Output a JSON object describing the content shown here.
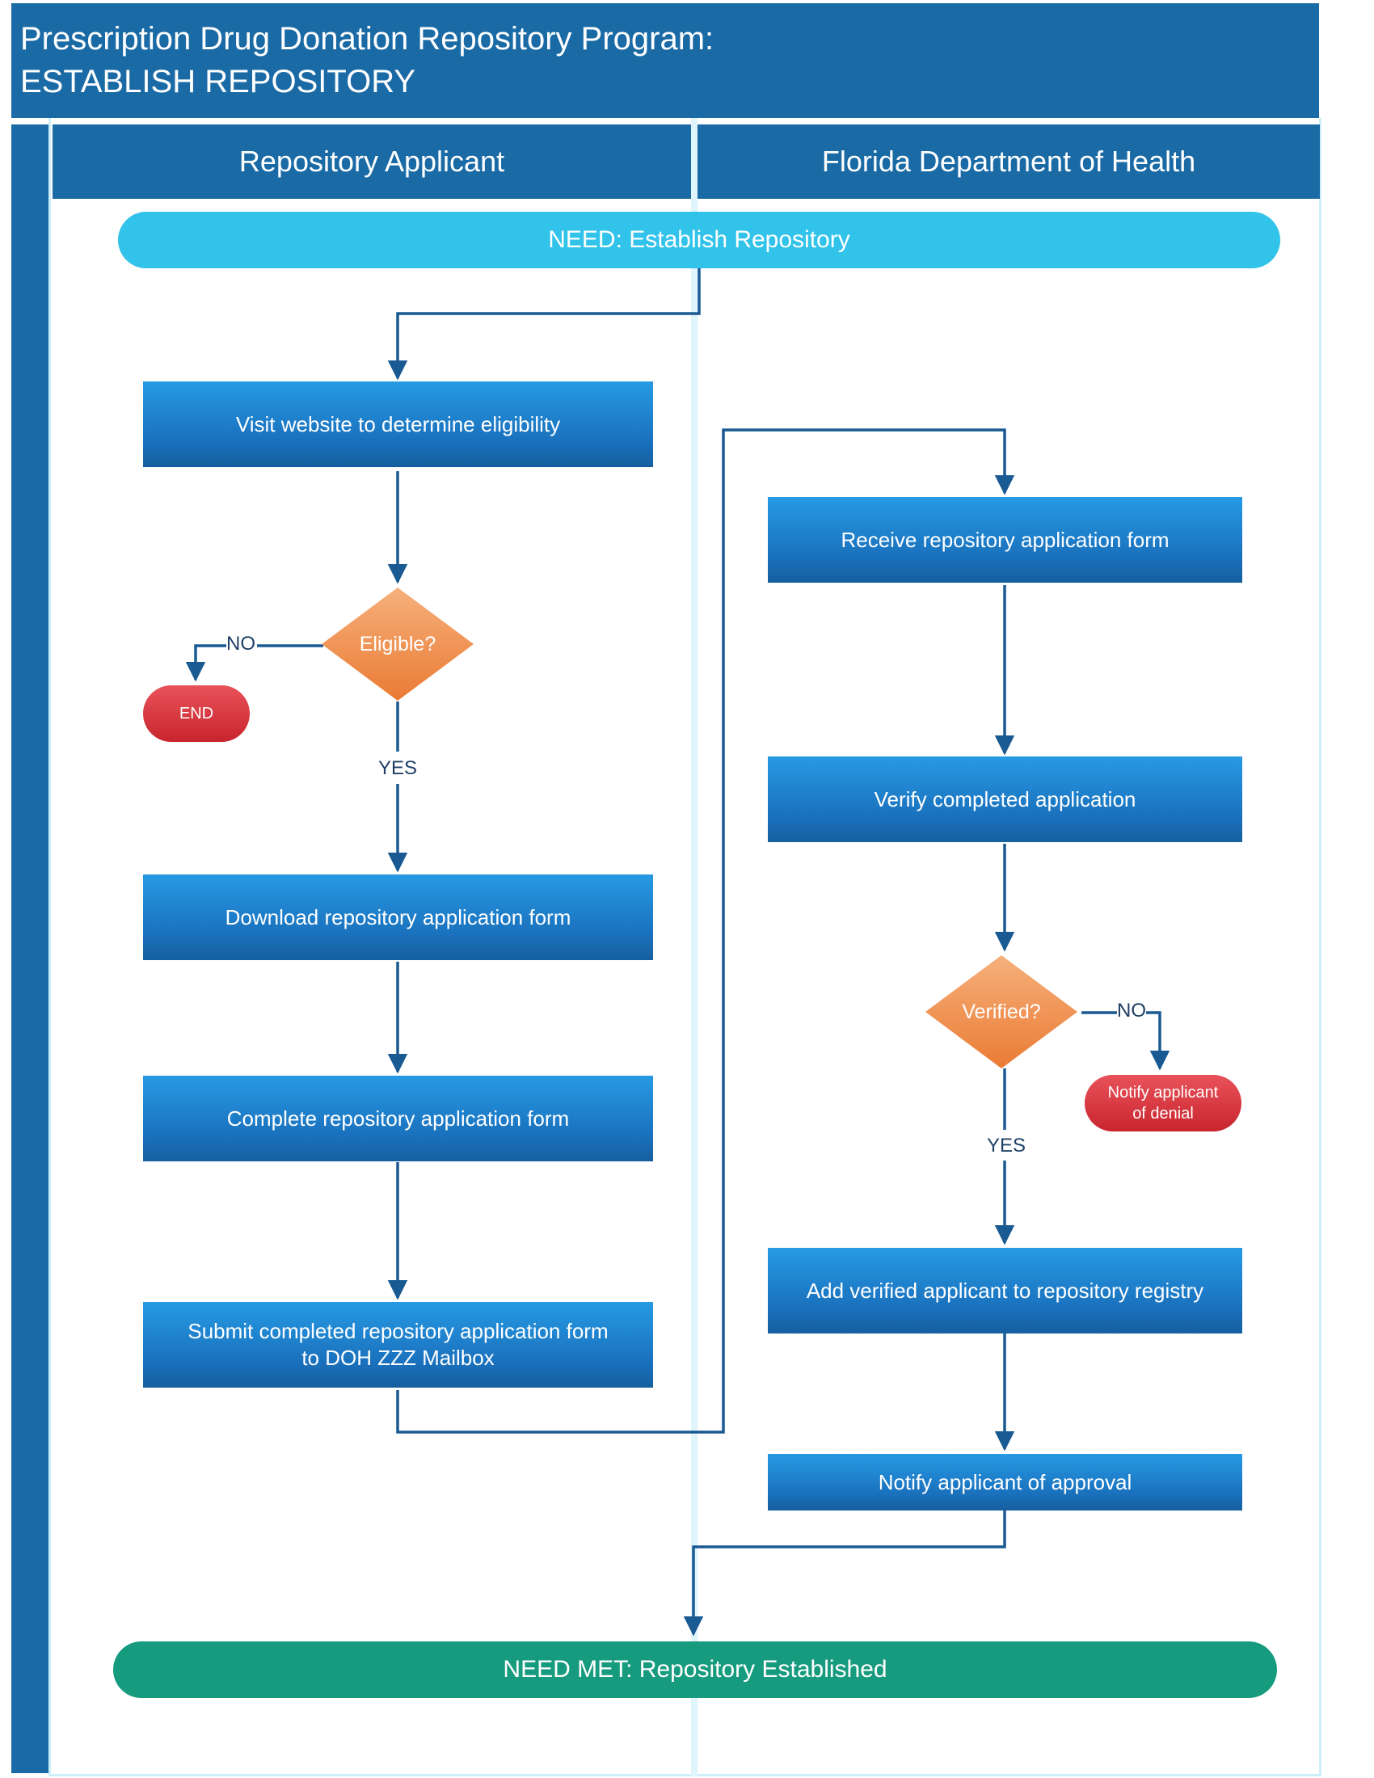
{
  "header": {
    "title": "Prescription Drug Donation Repository Program:\nESTABLISH REPOSITORY"
  },
  "lanes": [
    {
      "label": "Repository Applicant"
    },
    {
      "label": "Florida Department of Health"
    }
  ],
  "terminals": {
    "start": "NEED: Establish Repository",
    "end_met": "NEED MET: Repository Established",
    "end": "END",
    "denial": "Notify applicant\nof denial"
  },
  "applicant_steps": [
    "Visit website to determine eligibility",
    "Download repository application form",
    "Complete repository application form",
    "Submit completed repository application form\nto DOH ZZZ Mailbox"
  ],
  "doh_steps": [
    "Receive repository application form",
    "Verify completed application",
    "Add verified applicant to repository registry",
    "Notify applicant of approval"
  ],
  "decisions": {
    "eligible": {
      "question": "Eligible?",
      "yes": "YES",
      "no": "NO"
    },
    "verified": {
      "question": "Verified?",
      "yes": "YES",
      "no": "NO"
    }
  },
  "colors": {
    "header_blue": "#1a6aa5",
    "start_cyan": "#31c3ea",
    "end_green": "#179b7e",
    "process_blue": "#1f7fcb",
    "decision_orange": "#f0924a",
    "terminator_red": "#d9363e",
    "connector": "#1a5a92"
  }
}
